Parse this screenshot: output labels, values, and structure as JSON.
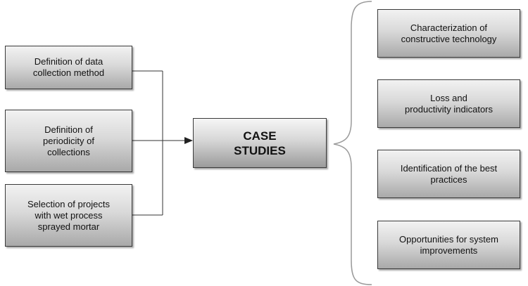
{
  "inputs": [
    {
      "label": "Definition of data\ncollection method"
    },
    {
      "label": "Definition of\nperiodicity of\ncollections"
    },
    {
      "label": "Selection of projects\nwith wet process\nsprayed mortar"
    }
  ],
  "center": {
    "label": "CASE\nSTUDIES"
  },
  "outputs": [
    {
      "label": "Characterization of\nconstructive technology"
    },
    {
      "label": "Loss and\nproductivity indicators"
    },
    {
      "label": "Identification of the best\npractices"
    },
    {
      "label": "Opportunities for system\nimprovements"
    }
  ]
}
